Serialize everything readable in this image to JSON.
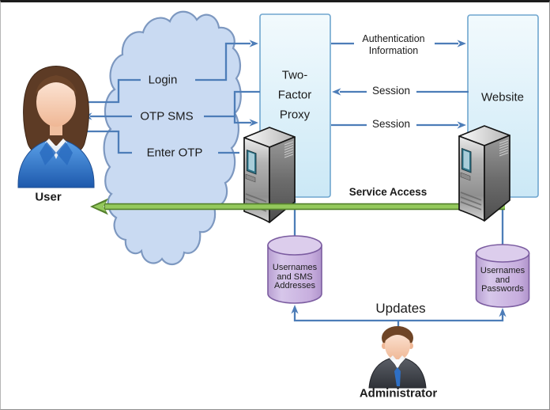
{
  "diagram": {
    "type": "two-factor-authentication-architecture",
    "nodes": {
      "user": {
        "label": "User"
      },
      "proxy": {
        "label": "Two-\nFactor\nProxy"
      },
      "website": {
        "label": "Website"
      },
      "db_sms": {
        "label": "Usernames\nand SMS\nAddresses"
      },
      "db_passwords": {
        "label": "Usernames\nand\nPasswords"
      },
      "administrator": {
        "label": "Administrator"
      }
    },
    "messages": {
      "login": "Login",
      "otp_sms": "OTP SMS",
      "enter_otp": "Enter OTP",
      "auth_info": "Authentication\nInformation",
      "session_to_proxy": "Session",
      "session_to_website": "Session",
      "service_access": "Service Access",
      "updates": "Updates"
    },
    "icons": {
      "user-icon": "woman-avatar",
      "administrator-icon": "man-avatar",
      "proxy-server-icon": "server-tower",
      "website-server-icon": "server-tower",
      "db-sms-icon": "database-cylinder",
      "db-passwords-icon": "database-cylinder",
      "cloud-icon": "cloud-shape"
    },
    "colors": {
      "connector_blue": "#4d7db8",
      "service_access_green": "#94c95c",
      "service_access_green_border": "#54802c",
      "cloud_fill": "#c9daf2",
      "cloud_border": "#7d98c0",
      "panel_fill": "#d9eff9",
      "panel_border": "#6fa6cf",
      "cylinder_fill": "#c9b2dd",
      "cylinder_border": "#7b5ca0",
      "server_screen_teal": "#2f7488",
      "text": "#1b1b1b"
    }
  }
}
